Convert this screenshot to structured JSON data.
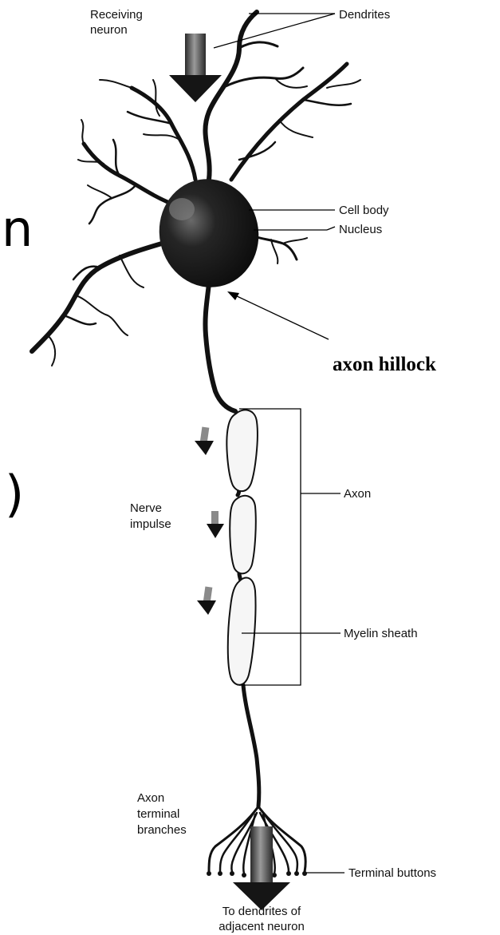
{
  "labels": {
    "receiving_neuron_line1": "Receiving",
    "receiving_neuron_line2": "neuron",
    "dendrites": "Dendrites",
    "cell_body": "Cell body",
    "nucleus": "Nucleus",
    "axon_hillock": "axon hillock",
    "axon": "Axon",
    "nerve_impulse_line1": "Nerve",
    "nerve_impulse_line2": "impulse",
    "myelin_sheath": "Myelin sheath",
    "axon_terminal_line1": "Axon",
    "axon_terminal_line2": "terminal",
    "axon_terminal_line3": "branches",
    "terminal_buttons": "Terminal buttons",
    "to_dendrites_line1": "To dendrites of",
    "to_dendrites_line2": "adjacent neuron"
  },
  "edge_fragments": {
    "letter": "n",
    "paren": ")"
  },
  "colors": {
    "ink": "#111111",
    "soma": "#1a1a1a",
    "myelin_fill": "#f6f6f6",
    "arrow_gray": "#8a8a8a"
  }
}
